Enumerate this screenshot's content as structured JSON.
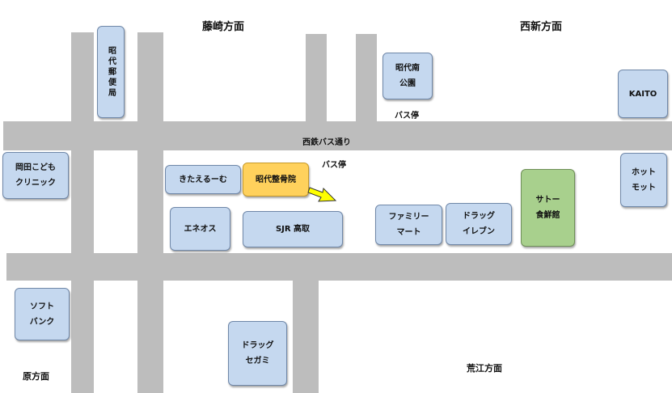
{
  "labels": {
    "fujisaki": "藤崎方面",
    "nishijin": "西新方面",
    "hara": "原方面",
    "arae": "荒江方面",
    "street": "西鉄バス通り",
    "busstop_top": "バス停",
    "busstop_mid": "バス停"
  },
  "places": {
    "post_office": "昭代郵便局",
    "park": "昭代南\n公園",
    "kaito": "KAITO",
    "clinic": "岡田こども\nクリニック",
    "kitaeru": "きたえるーむ",
    "seikotsuin": "昭代整骨院",
    "hotmot": "ホット\nモット",
    "eneos": "エネオス",
    "sjr": "SJR 高取",
    "familymart": "ファミリー\nマート",
    "drug_eleven": "ドラッグ\nイレブン",
    "sato": "サトー\n食鮮館",
    "softbank": "ソフト\nバンク",
    "drug_segami": "ドラッグ\nセガミ"
  },
  "colors": {
    "road": "#bdbdbd",
    "building": "#c5d8ef",
    "highlight": "#ffd15c",
    "grocery": "#a8d08d",
    "arrow": "#ffff00"
  }
}
